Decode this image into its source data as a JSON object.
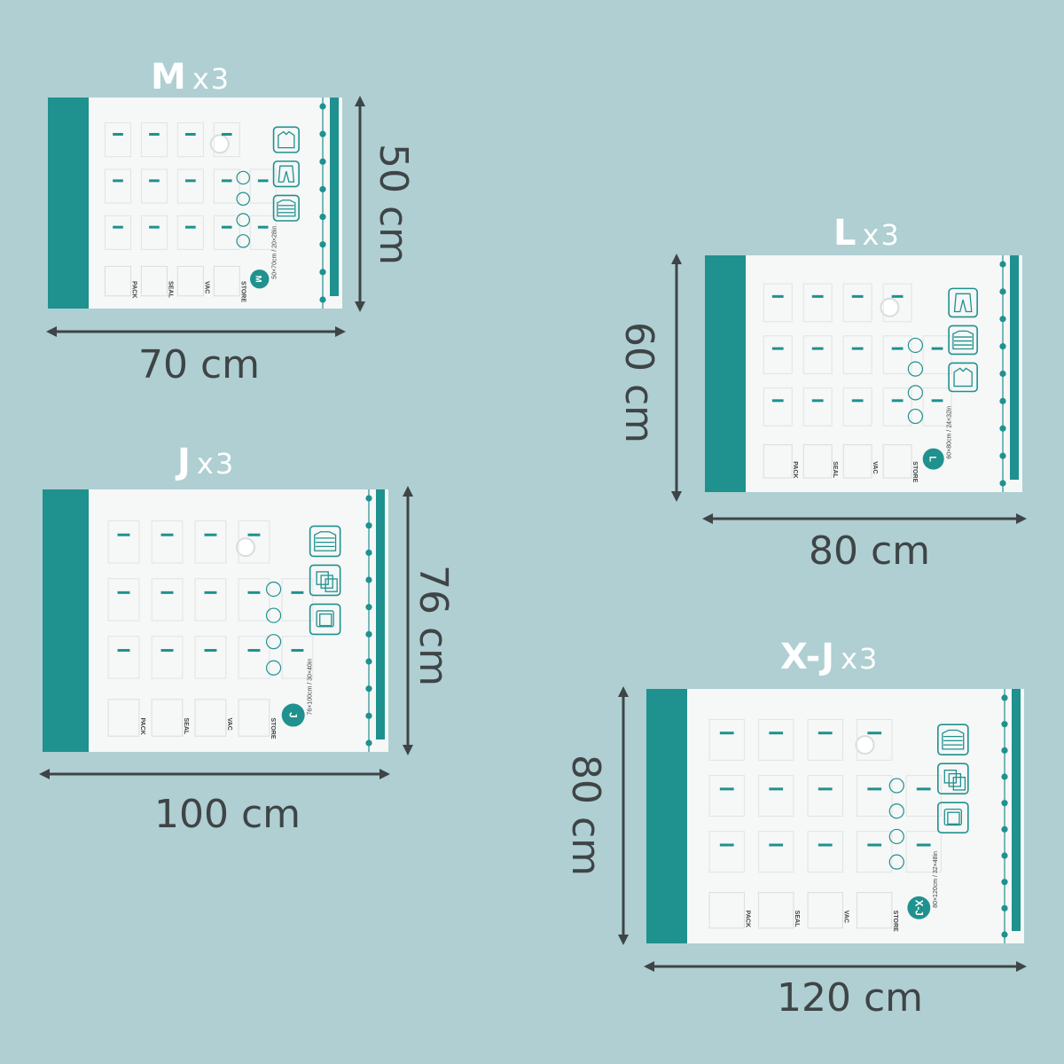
{
  "colors": {
    "background": "#afcfd2",
    "teal": "#1f918e",
    "teal_dark": "#1c8380",
    "bag_white": "#f6f7f7",
    "dimension_text": "#3f4446",
    "title_text": "#ffffff"
  },
  "bags": {
    "m": {
      "size": "M",
      "count": "x3",
      "width_label": "70 cm",
      "height_label": "50 cm",
      "badge": "M",
      "spec": "50×70cm / 20×28in",
      "steps": [
        "PACK",
        "SEAL",
        "VAC",
        "STORE"
      ],
      "icons": [
        "shirt-icon",
        "pants-icon",
        "jacket-icon"
      ]
    },
    "l": {
      "size": "L",
      "count": "x3",
      "width_label": "80 cm",
      "height_label": "60 cm",
      "badge": "L",
      "spec": "60×80cm / 24×32in",
      "steps": [
        "PACK",
        "SEAL",
        "VAC",
        "STORE"
      ],
      "icons": [
        "trousers-icon",
        "sweater-icon",
        "shirt-icon"
      ]
    },
    "j": {
      "size": "J",
      "count": "x3",
      "width_label": "100 cm",
      "height_label": "76 cm",
      "badge": "J",
      "spec": "76×100cm / 30×40in",
      "steps": [
        "PACK",
        "SEAL",
        "VAC",
        "STORE"
      ],
      "icons": [
        "down-jacket-icon",
        "towels-icon",
        "blanket-icon"
      ]
    },
    "xj": {
      "size": "X-J",
      "count": "x3",
      "width_label": "120 cm",
      "height_label": "80 cm",
      "badge": "X-J",
      "spec": "80×120cm / 32×48in",
      "steps": [
        "PACK",
        "SEAL",
        "VAC",
        "STORE"
      ],
      "icons": [
        "down-jacket-icon",
        "towels-icon",
        "blanket-icon"
      ]
    }
  }
}
